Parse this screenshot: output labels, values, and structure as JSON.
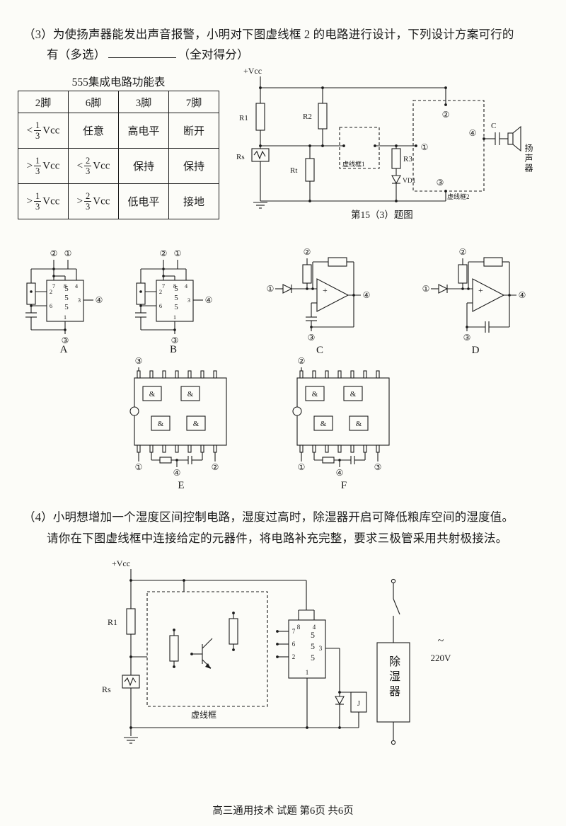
{
  "colors": {
    "page_bg": "#fcfcf8",
    "ink": "#1b1b1b"
  },
  "q3": {
    "num": "（3）",
    "line1": "为使扬声器能发出声音报警，小明对下图虚线框 2 的电路进行设计，下列设计方案可行的",
    "ans_pre": "有（多选）",
    "ans_post": "（全对得分）"
  },
  "func_table": {
    "title": "555集成电路功能表",
    "headers": [
      "2脚",
      "6脚",
      "3脚",
      "7脚"
    ],
    "r0": {
      "p2cmp": "<",
      "p2num": "1",
      "p2den": "3",
      "p2unit": "Vcc",
      "p6": "任意",
      "p3": "高电平",
      "p7": "断开"
    },
    "r1": {
      "p2cmp": ">",
      "p2num": "1",
      "p2den": "3",
      "p2unit": "Vcc",
      "p6cmp": "<",
      "p6num": "2",
      "p6den": "3",
      "p6unit": "Vcc",
      "p3": "保持",
      "p7": "保持"
    },
    "r2": {
      "p2cmp": ">",
      "p2num": "1",
      "p2den": "3",
      "p2unit": "Vcc",
      "p6cmp": ">",
      "p6num": "2",
      "p6den": "3",
      "p6unit": "Vcc",
      "p3": "低电平",
      "p7": "接地"
    }
  },
  "circuit1": {
    "vcc": "+Vcc",
    "r1": "R1",
    "r2": "R2",
    "r3": "R3",
    "rt": "Rt",
    "rs": "Rs",
    "vd1": "VD1",
    "cap": "C",
    "box1": "虚线框1",
    "box2": "虚线框2",
    "speaker": "扬声器",
    "n1": "①",
    "n2": "②",
    "n3": "③",
    "n4": "④",
    "caption": "第15（3）题图"
  },
  "opt": {
    "A": {
      "label": "A",
      "chip": "555",
      "p7": "7",
      "p8": "8",
      "p4": "4",
      "p2": "2",
      "p6": "6",
      "p3": "3",
      "p1": "1",
      "top_l": "②",
      "top_r": "①",
      "right": "④",
      "bottom": "③"
    },
    "B": {
      "label": "B",
      "chip": "555",
      "p7": "7",
      "p8": "8",
      "p4": "4",
      "p2": "2",
      "p6": "6",
      "p3": "3",
      "p1": "1",
      "top_l": "②",
      "top_r": "①",
      "right": "④",
      "bottom": "③"
    },
    "C": {
      "label": "C",
      "plus": "+",
      "top": "②",
      "left": "①",
      "right": "④",
      "bottom": "③"
    },
    "D": {
      "label": "D",
      "plus": "+",
      "top": "②",
      "left": "①",
      "right": "④",
      "bottom": "③"
    },
    "E": {
      "label": "E",
      "gate": "&",
      "top": "③",
      "bl": "①",
      "bm": "④",
      "br": "②"
    },
    "F": {
      "label": "F",
      "gate": "&",
      "top": "②",
      "bl": "①",
      "bm": "④",
      "br": "③"
    }
  },
  "q4": {
    "num": "（4）",
    "line1": "小明想增加一个湿度区间控制电路，湿度过高时，除湿器开启可降低粮库空间的湿度值。",
    "line2": "请你在下图虚线框中连接给定的元器件，将电路补充完整，要求三极管采用共射极接法。"
  },
  "circuit2": {
    "vcc": "+Vcc",
    "r1": "R1",
    "rs": "Rs",
    "box": "虚线框",
    "chip": "555",
    "p7": "7",
    "p6": "6",
    "p2": "2",
    "p8": "8",
    "p4": "4",
    "p3": "3",
    "p1": "1",
    "relay": "J",
    "device": "除湿器",
    "ac": "~",
    "volt": "220V"
  },
  "footer": "高三通用技术 试题 第6页 共6页"
}
